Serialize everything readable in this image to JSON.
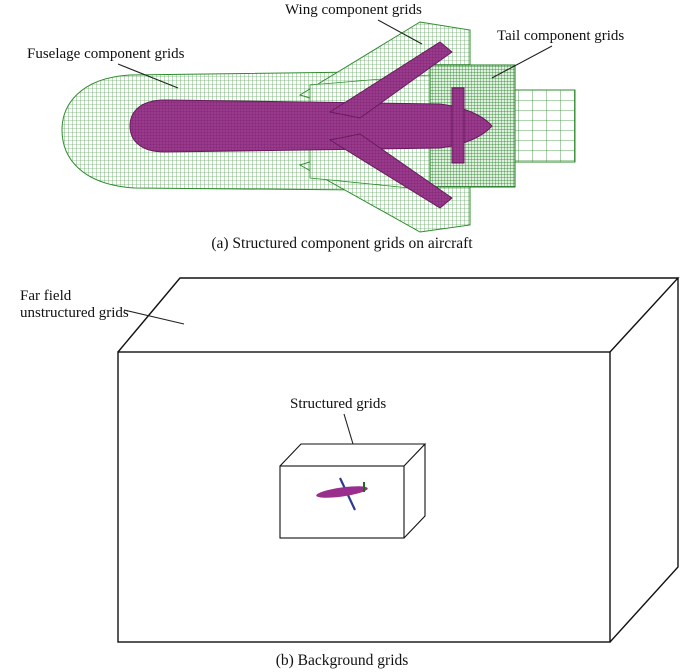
{
  "panel_a": {
    "labels": {
      "fuselage": "Fuselage component grids",
      "wing": "Wing component grids",
      "tail": "Tail component grids"
    },
    "caption": "(a) Structured component grids on aircraft"
  },
  "panel_b": {
    "labels": {
      "far_field_line1": "Far field",
      "far_field_line2": "unstructured grids",
      "structured": "Structured grids"
    },
    "caption": "(b) Background grids"
  },
  "colors": {
    "grid_green": "#2e8b2e",
    "aircraft_magenta": "#8e2a7e",
    "wing_blue": "#2a3a8e",
    "tail_green": "#1f6a1f",
    "line": "#111111"
  }
}
